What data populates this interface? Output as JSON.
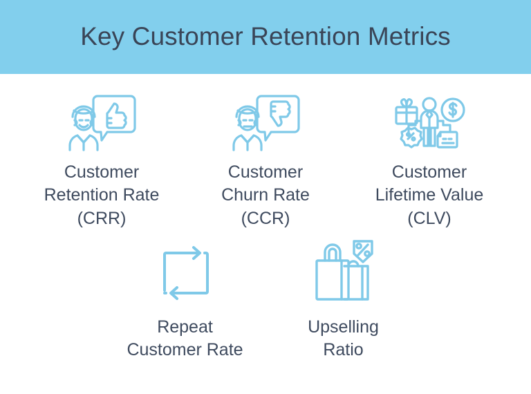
{
  "header": {
    "title": "Key Customer Retention Metrics",
    "background_color": "#82CFED",
    "text_color": "#3A4557"
  },
  "theme": {
    "page_background": "#FFFFFF",
    "icon_stroke_color": "#7FC9E8",
    "label_text_color": "#3E4A5E"
  },
  "metrics": {
    "row_top": [
      {
        "icon_name": "customer-thumbs-up-icon",
        "label": "Customer\nRetention Rate\n(CRR)"
      },
      {
        "icon_name": "customer-thumbs-down-icon",
        "label": "Customer\nChurn Rate\n(CCR)"
      },
      {
        "icon_name": "customer-value-gifts-money-icon",
        "label": "Customer\nLifetime Value\n(CLV)"
      }
    ],
    "row_bottom": [
      {
        "icon_name": "repeat-loop-arrows-icon",
        "label": "Repeat\nCustomer Rate"
      },
      {
        "icon_name": "shopping-bags-discount-icon",
        "label": "Upselling\nRatio"
      }
    ]
  }
}
